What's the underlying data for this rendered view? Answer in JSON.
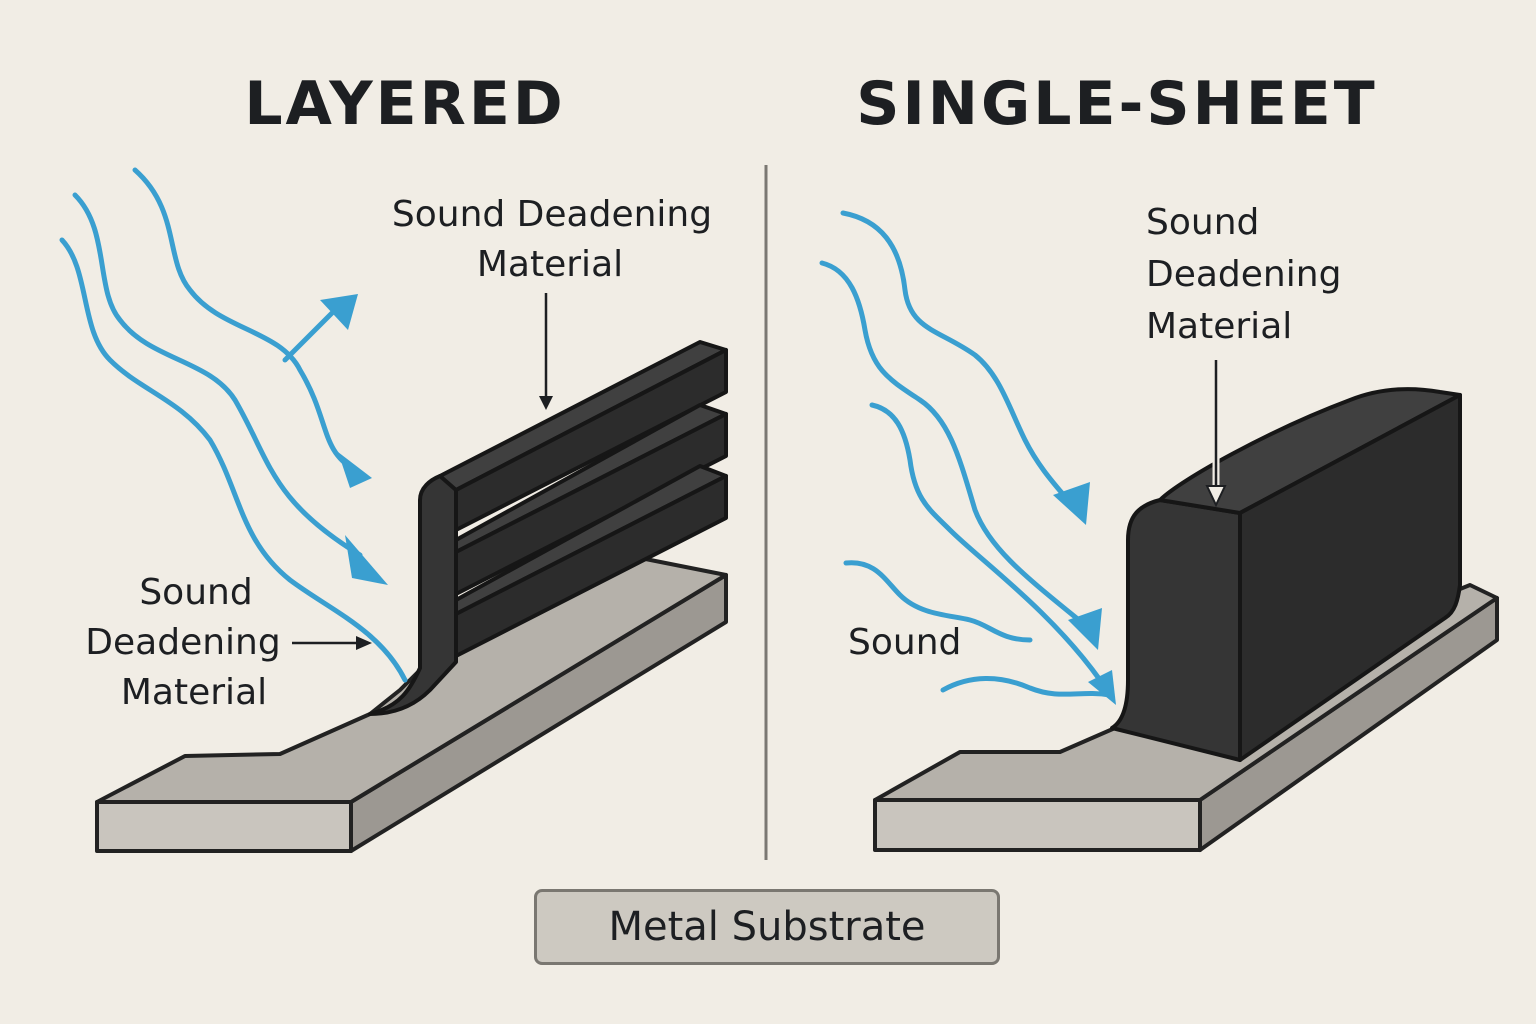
{
  "panels": {
    "left": {
      "title": "LAYERED",
      "top_label": [
        "Sound Deadening",
        "Material"
      ],
      "side_label": [
        "Sound",
        "Deadening",
        "Material"
      ]
    },
    "right": {
      "title": "SINGLE-SHEET",
      "top_label": [
        "Sound",
        "Deadening",
        "Material"
      ],
      "sound_label": "Sound"
    }
  },
  "legend": {
    "label": "Metal Substrate"
  },
  "colors": {
    "background": "#f1ede5",
    "sound_wave": "#3a9fd0",
    "deadening_material": "#353535",
    "metal_substrate": "#b5b1aa"
  },
  "icons": [
    "sound-wave-arrow",
    "reflected-arrow",
    "pointer-arrow"
  ]
}
